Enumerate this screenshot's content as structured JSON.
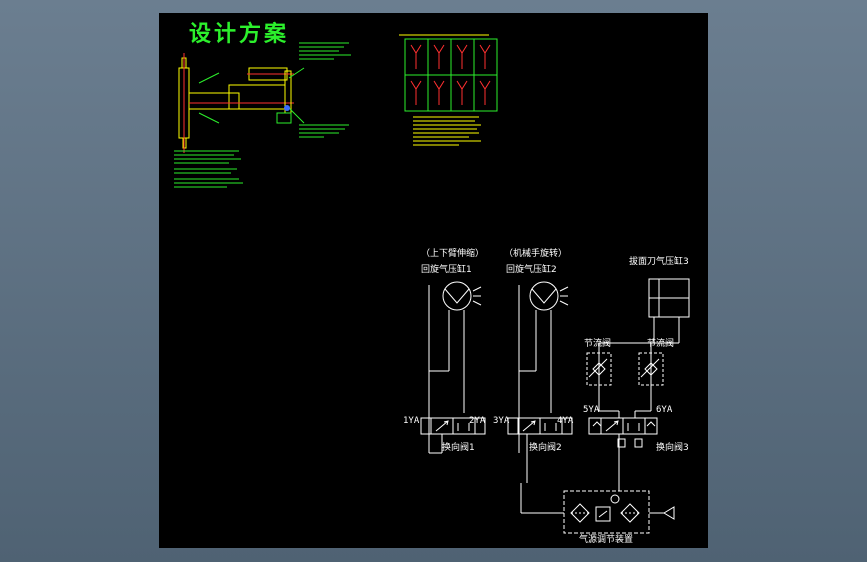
{
  "title": "设计方案",
  "cylinder_labels": {
    "updown": "（上下臂伸缩）",
    "rotate": "（机械手旋转）",
    "rotary_cyl_1": "回旋气压缸1",
    "rotary_cyl_2": "回旋气压缸2",
    "tool_cyl": "拔面刀气压缸3"
  },
  "throttle_labels": {
    "left": "节流阀",
    "right": "节流阀"
  },
  "valve_labels": {
    "v1": "换向阀1",
    "v2": "换向阀2",
    "v3": "换向阀3"
  },
  "solenoids": [
    "1YA",
    "2YA",
    "3YA",
    "4YA",
    "5YA",
    "6YA"
  ],
  "air_source": "气源调节装置",
  "colors": {
    "background": "#000000",
    "green": "#2cf02c",
    "yellow": "#ffff00",
    "white": "#ffffff",
    "red": "#ff3030"
  }
}
